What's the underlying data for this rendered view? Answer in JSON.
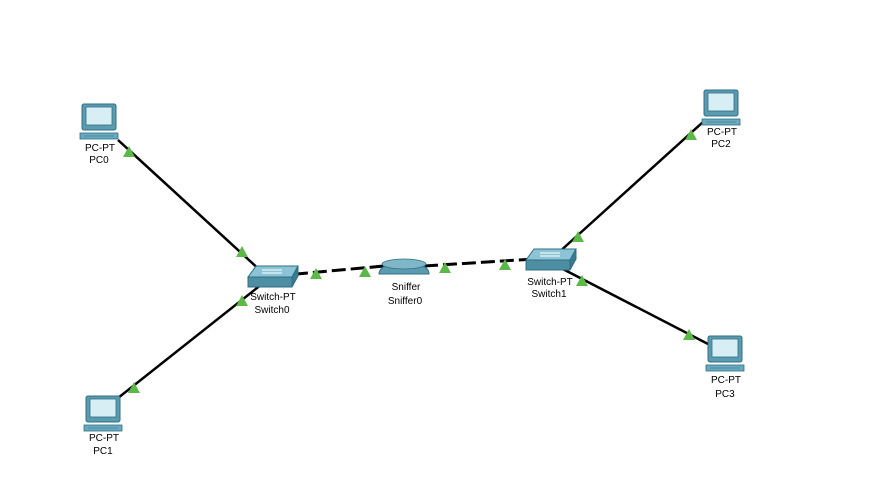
{
  "topology": {
    "devices": [
      {
        "id": "pc0",
        "model": "PC-PT",
        "name": "PC0",
        "icon": "pc-icon"
      },
      {
        "id": "pc1",
        "model": "PC-PT",
        "name": "PC1",
        "icon": "pc-icon"
      },
      {
        "id": "pc2",
        "model": "PC-PT",
        "name": "PC2",
        "icon": "pc-icon"
      },
      {
        "id": "pc3",
        "model": "PC-PT",
        "name": "PC3",
        "icon": "pc-icon"
      },
      {
        "id": "switch0",
        "model": "Switch-PT",
        "name": "Switch0",
        "icon": "switch-icon"
      },
      {
        "id": "switch1",
        "model": "Switch-PT",
        "name": "Switch1",
        "icon": "switch-icon"
      },
      {
        "id": "sniffer0",
        "model": "Sniffer",
        "name": "Sniffer0",
        "icon": "sniffer-icon"
      }
    ],
    "links": [
      {
        "from": "pc0",
        "to": "switch0",
        "style": "solid",
        "status": "up"
      },
      {
        "from": "pc1",
        "to": "switch0",
        "style": "solid",
        "status": "up"
      },
      {
        "from": "pc2",
        "to": "switch1",
        "style": "solid",
        "status": "up"
      },
      {
        "from": "pc3",
        "to": "switch1",
        "style": "solid",
        "status": "up"
      },
      {
        "from": "switch0",
        "to": "sniffer0",
        "style": "dashed",
        "status": "up"
      },
      {
        "from": "sniffer0",
        "to": "switch1",
        "style": "dashed",
        "status": "up"
      }
    ],
    "colors": {
      "link": "#000000",
      "link_up": "#5cb848",
      "device_body": "#5b9bb0",
      "device_dark": "#2f6f85",
      "screen": "#d8eef5"
    }
  }
}
